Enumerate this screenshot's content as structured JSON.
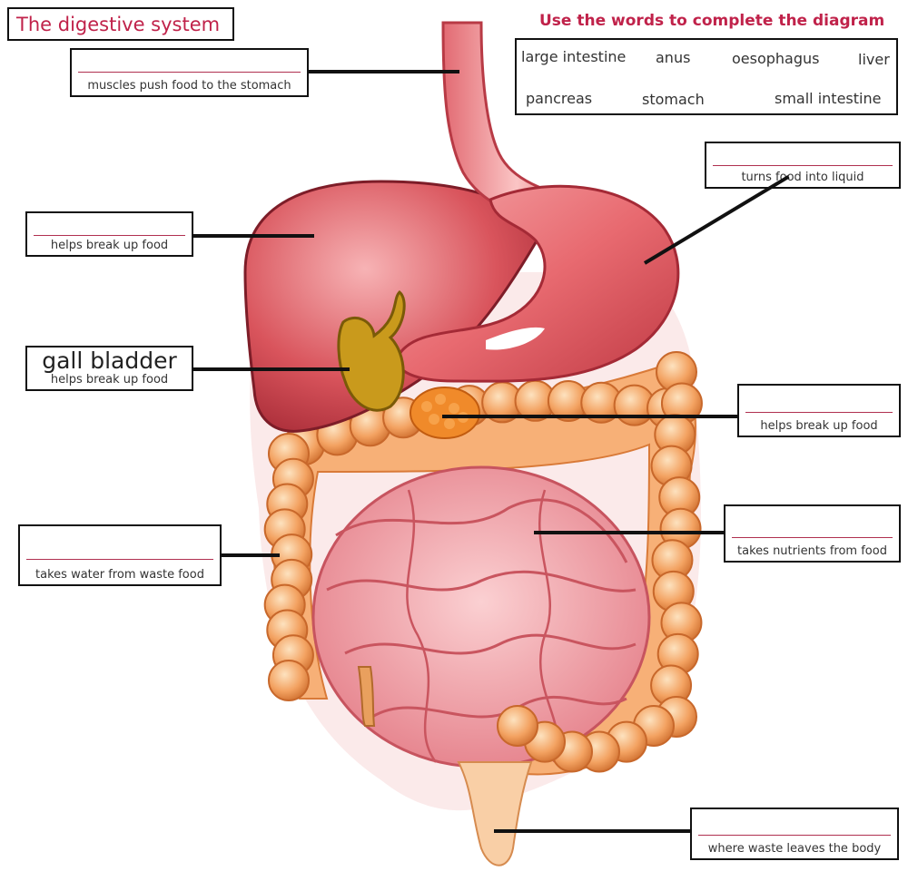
{
  "worksheet": {
    "title": "The digestive system",
    "instruction": "Use the words to complete the diagram"
  },
  "word_bank": [
    "large intestine",
    "anus",
    "oesophagus",
    "liver",
    "pancreas",
    "stomach",
    "small intestine"
  ],
  "labels": [
    {
      "id": "oesophagus",
      "answer": "",
      "hint": "muscles push food to the stomach"
    },
    {
      "id": "liver",
      "answer": "",
      "hint": "helps break up food"
    },
    {
      "id": "gall-bladder",
      "answer": "gall bladder",
      "hint": "helps break up food"
    },
    {
      "id": "large-intestine",
      "answer": "",
      "hint": "takes water from waste food"
    },
    {
      "id": "stomach",
      "answer": "",
      "hint": "turns food into liquid"
    },
    {
      "id": "pancreas",
      "answer": "",
      "hint": "helps break up food"
    },
    {
      "id": "small-intestine",
      "answer": "",
      "hint": "takes nutrients from food"
    },
    {
      "id": "anus",
      "answer": "",
      "hint": "where waste leaves the body"
    }
  ],
  "colors": {
    "accent": "#c0224a",
    "organ_red": "#e2505a",
    "colon_orange": "#f0a060",
    "gall_bladder": "#c99a1c"
  }
}
